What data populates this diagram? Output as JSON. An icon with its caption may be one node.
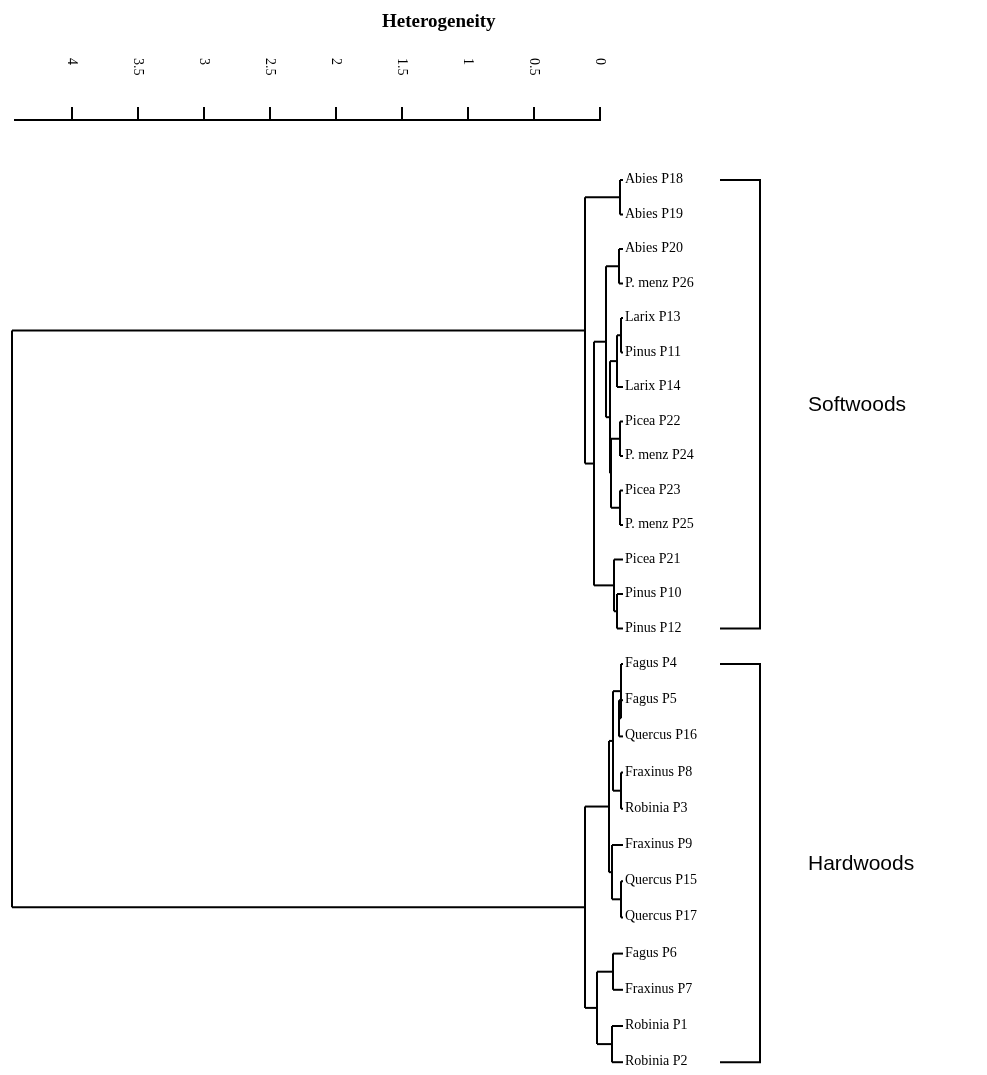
{
  "diagram": {
    "labels": [
      "Heterogeneity",
      "4",
      "3.5",
      "3",
      "2.5",
      "2",
      "1.5",
      "1",
      "0.5",
      "0",
      "Abies P18",
      "Abies P19",
      "Abies P20",
      "P. menz  P26",
      "Larix P13",
      "Pinus P11",
      "Larix P14",
      "Picea P22",
      "P. menz  P24",
      "Picea P23",
      "P. menz  P25",
      "Picea P21",
      "Pinus P10",
      "Pinus P12",
      "Fagus P4",
      "Fagus P5",
      "Quercus P16",
      "Fraxinus P8",
      "Robinia  P3",
      "Fraxinus P9",
      "Quercus P15",
      "Quercus P17",
      "Fagus P6",
      "Fraxinus P7",
      "Robinia  P1",
      "Robinia  P2",
      "Softwoods",
      "Hardwoods"
    ]
  }
}
